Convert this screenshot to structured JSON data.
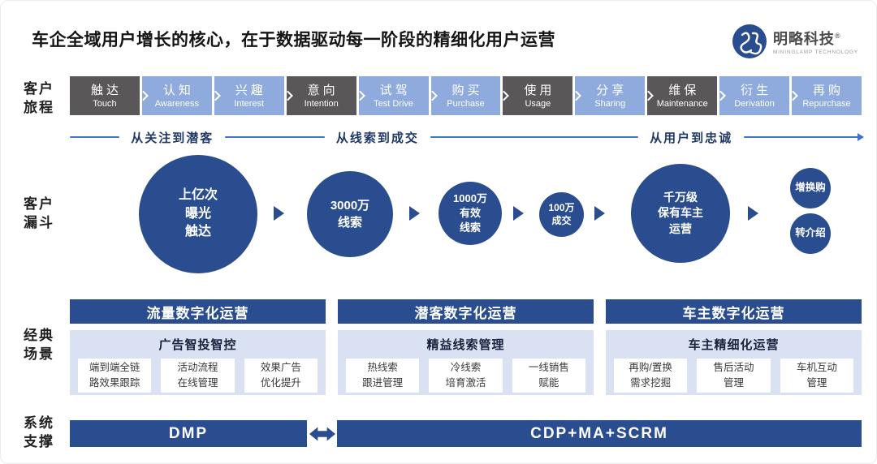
{
  "title": "车企全域用户增长的核心，在于数据驱动每一阶段的精细化用户运营",
  "logo": {
    "name": "明略科技",
    "reg": "®",
    "subtitle": "MININGLAMP TECHNOLOGY"
  },
  "rail": {
    "journey": "客户\n旅程",
    "funnel": "客户\n漏斗",
    "scenes": "经典\n场景",
    "support": "系统\n支撑"
  },
  "journey": {
    "stages": [
      {
        "zh": "触达",
        "en": "Touch",
        "tone": "dark"
      },
      {
        "zh": "认知",
        "en": "Awareness",
        "tone": "light"
      },
      {
        "zh": "兴趣",
        "en": "Interest",
        "tone": "light"
      },
      {
        "zh": "意向",
        "en": "Intention",
        "tone": "dark"
      },
      {
        "zh": "试驾",
        "en": "Test Drive",
        "tone": "light"
      },
      {
        "zh": "购买",
        "en": "Purchase",
        "tone": "light"
      },
      {
        "zh": "使用",
        "en": "Usage",
        "tone": "dark"
      },
      {
        "zh": "分享",
        "en": "Sharing",
        "tone": "light"
      },
      {
        "zh": "维保",
        "en": "Maintenance",
        "tone": "dark"
      },
      {
        "zh": "衍生",
        "en": "Derivation",
        "tone": "light"
      },
      {
        "zh": "再购",
        "en": "Repurchase",
        "tone": "light"
      }
    ]
  },
  "phases": {
    "labels": [
      "从关注到潜客",
      "从线索到成交",
      "从用户到忠诚"
    ]
  },
  "funnel": {
    "circles": [
      "上亿次\n曝光\n触达",
      "3000万\n线索",
      "1000万\n有效\n线索",
      "100万\n成交",
      "千万级\n保有车主\n运营",
      "增换购",
      "转介绍"
    ]
  },
  "scenes": {
    "columns": [
      {
        "header": "流量数字化运营",
        "panel_title": "广告智投智控",
        "cards": [
          "端到端全链\n路效果跟踪",
          "活动流程\n在线管理",
          "效果广告\n优化提升"
        ]
      },
      {
        "header": "潜客数字化运营",
        "panel_title": "精益线索管理",
        "cards": [
          "热线索\n跟进管理",
          "冷线索\n培育激活",
          "一线销售\n赋能"
        ]
      },
      {
        "header": "车主数字化运营",
        "panel_title": "车主精细化运营",
        "cards": [
          "再购/置换\n需求挖掘",
          "售后活动\n管理",
          "车机互动\n管理"
        ]
      }
    ]
  },
  "support": {
    "left": "DMP",
    "right": "CDP+MA+SCRM"
  },
  "colors": {
    "primary_blue": "#2a4d8f",
    "light_blue": "#8faadc",
    "dark_gray": "#595757",
    "panel_bg": "#d9e1f2",
    "line_blue": "#4472c4",
    "phase_text": "#1f3864"
  }
}
